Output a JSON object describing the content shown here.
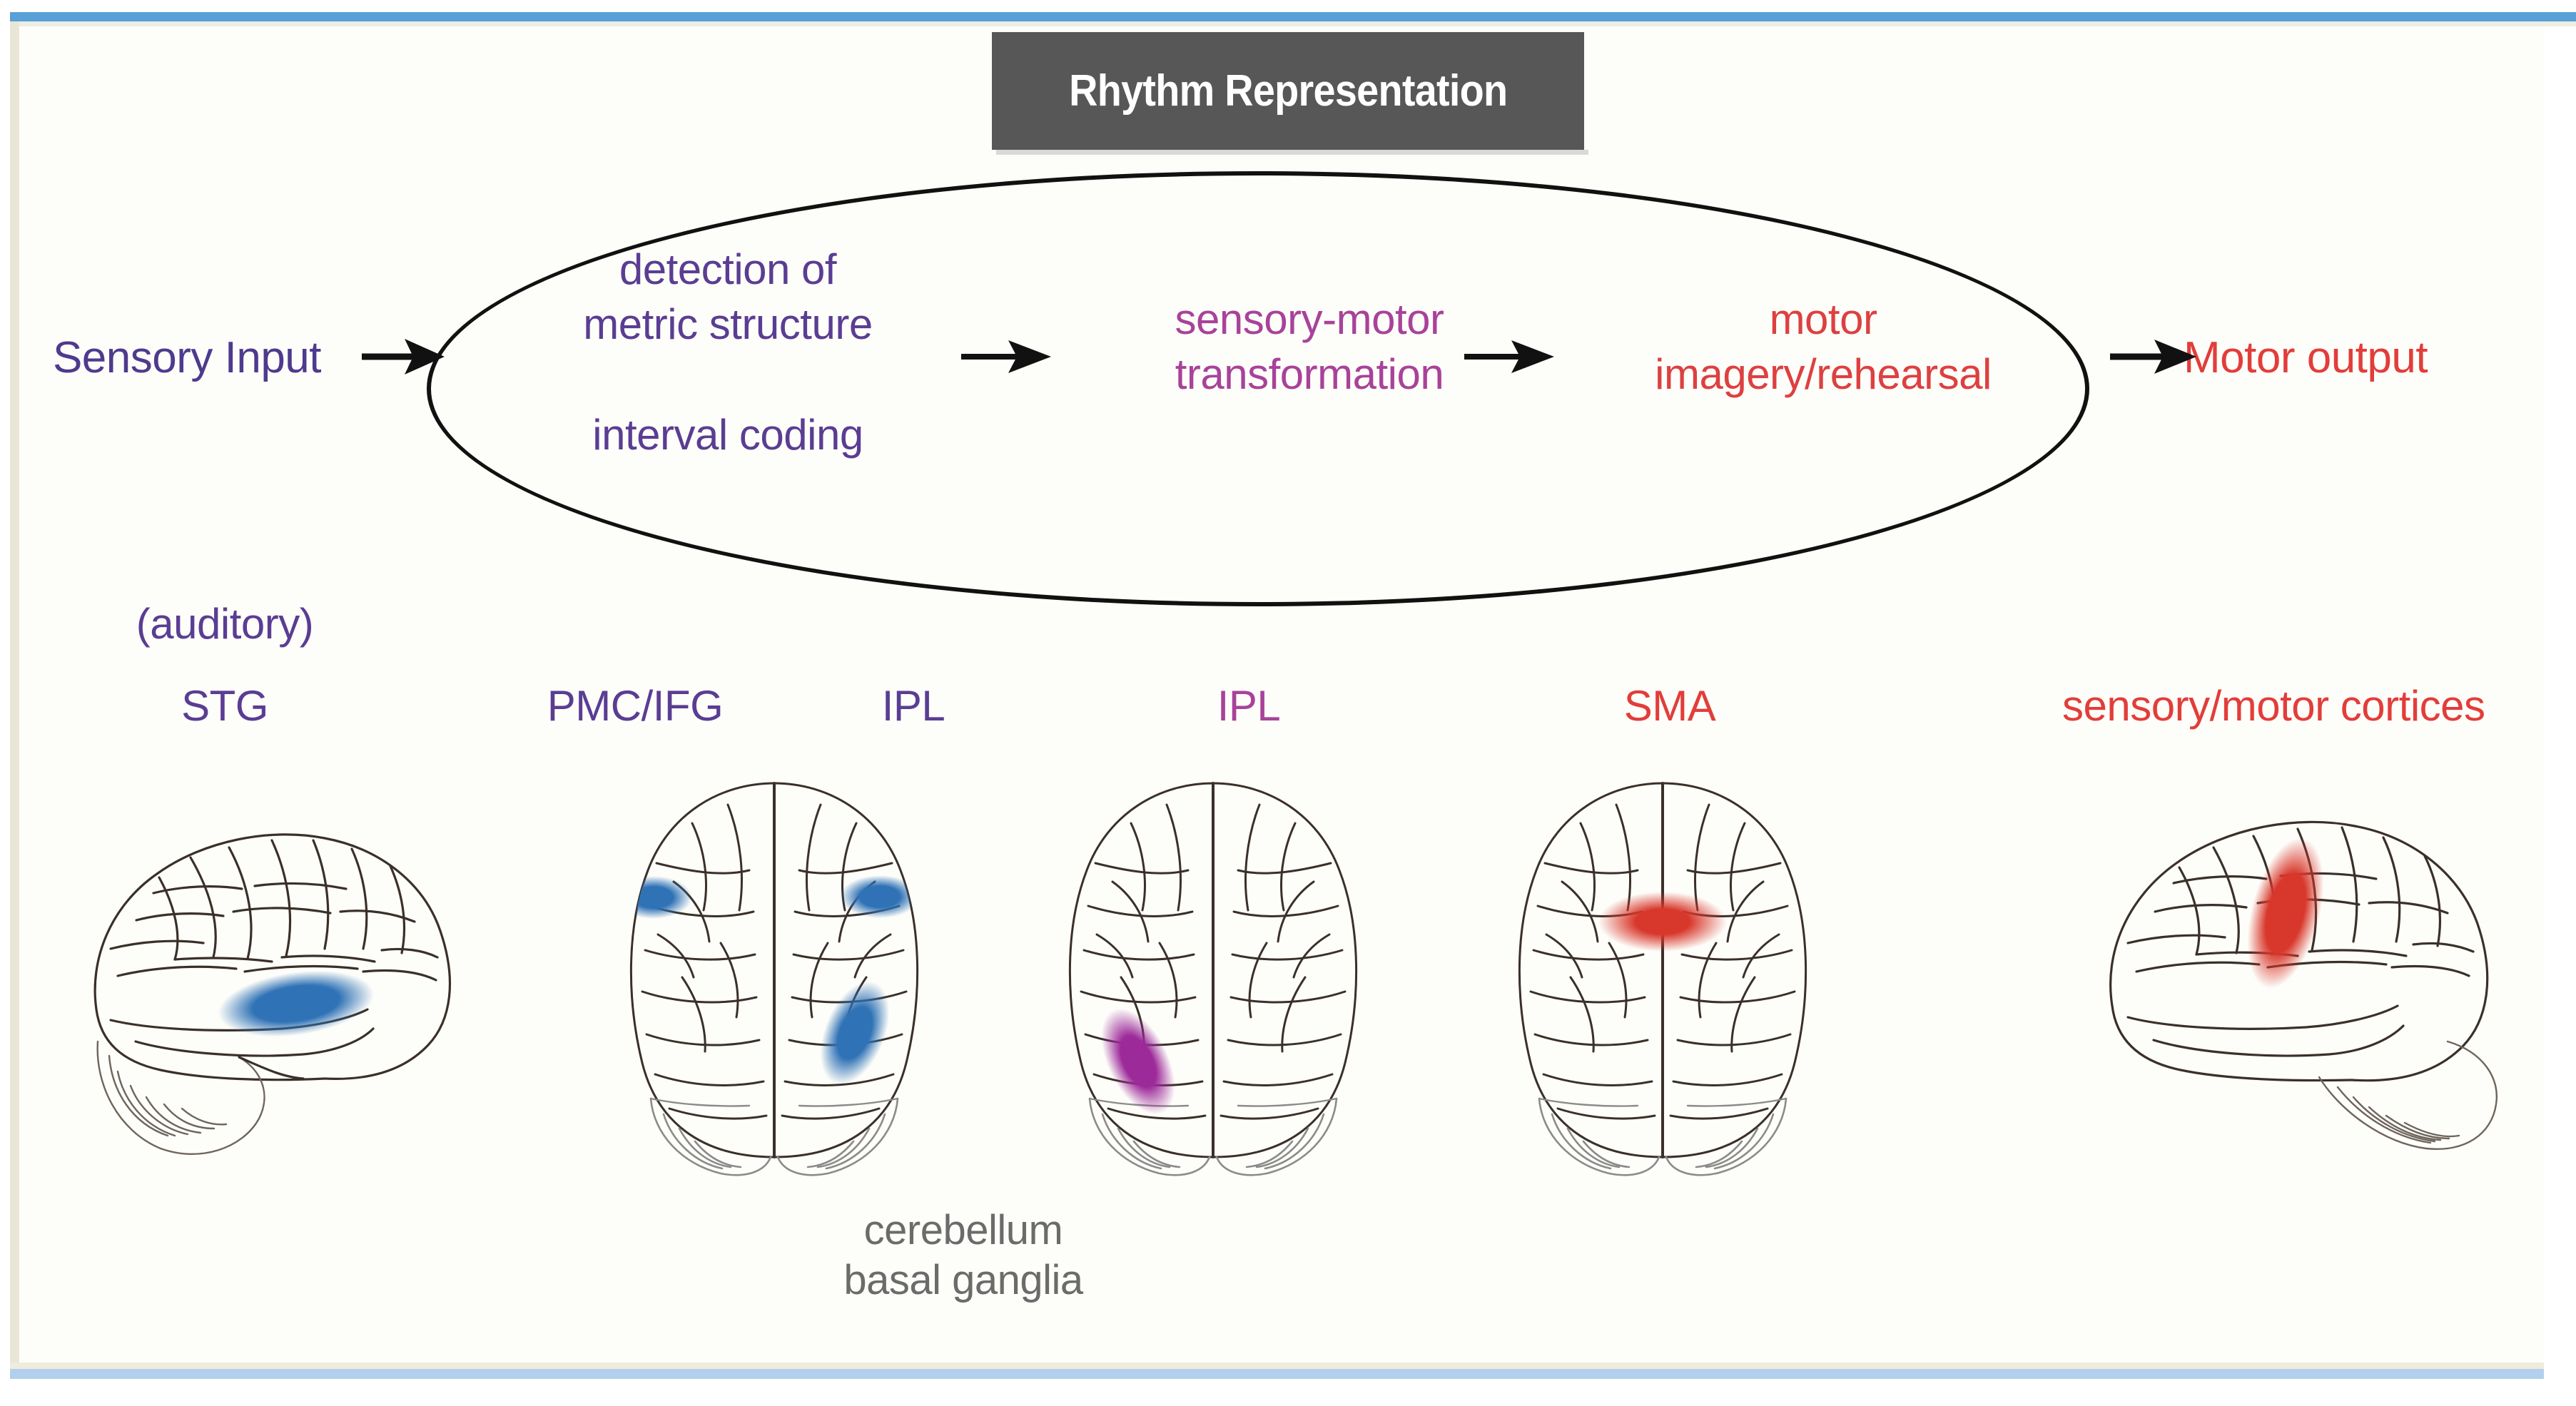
{
  "figure": {
    "title": "Rhythm Representation",
    "background_color": "#fdfdf9",
    "accent_top_bar": "#57a0d8",
    "accent_bottom_bar": "#b2d0ed",
    "title_box_color": "#575757"
  },
  "colors": {
    "sensory_purple": "#5a3d93",
    "transformation_magenta": "#a8429a",
    "motor_red": "#e23d3a",
    "blob_blue": "#2f72b6",
    "blob_purple": "#9c2a99",
    "blob_red": "#d8372b",
    "subcortical_gray": "#6b6b6b",
    "outline_black": "#111111"
  },
  "flow": {
    "input_label": "Sensory Input",
    "output_label": "Motor output",
    "stages": [
      {
        "id": "detection",
        "line1": "detection of",
        "line2": "metric structure",
        "line3": "interval coding",
        "color": "#5a3d93"
      },
      {
        "id": "transformation",
        "line1": "sensory-motor",
        "line2": "transformation",
        "color": "#a8429a"
      },
      {
        "id": "imagery",
        "line1": "motor",
        "line2": "imagery/rehearsal",
        "color": "#e23d3a"
      }
    ],
    "arrow_count": 4
  },
  "regions": [
    {
      "id": "stg",
      "sublabel": "(auditory)",
      "label": "STG",
      "color": "#5a3d93"
    },
    {
      "id": "pmc_ifg",
      "sublabel": "",
      "label": "PMC/IFG",
      "color": "#5a3d93"
    },
    {
      "id": "ipl_left",
      "sublabel": "",
      "label": "IPL",
      "color": "#5a3d93"
    },
    {
      "id": "ipl_mid",
      "sublabel": "",
      "label": "IPL",
      "color": "#a8429a"
    },
    {
      "id": "sma",
      "sublabel": "",
      "label": "SMA",
      "color": "#e23d3a"
    },
    {
      "id": "cortices",
      "sublabel": "",
      "label": "sensory/motor cortices",
      "color": "#e23d3a"
    }
  ],
  "subcortical": {
    "line1": "cerebellum",
    "line2": "basal ganglia",
    "color": "#6b6b6b"
  },
  "brains": [
    {
      "id": "brain-stg",
      "view": "lateral-left",
      "activation_color": "#2f72b6",
      "activation_count": 1
    },
    {
      "id": "brain-pmc-ipl",
      "view": "dorsal",
      "activation_color": "#2f72b6",
      "activation_count": 3
    },
    {
      "id": "brain-ipl",
      "view": "dorsal",
      "activation_color": "#9c2a99",
      "activation_count": 1
    },
    {
      "id": "brain-sma",
      "view": "dorsal",
      "activation_color": "#d8372b",
      "activation_count": 1
    },
    {
      "id": "brain-cortices",
      "view": "lateral-left",
      "activation_color": "#d8372b",
      "activation_count": 1
    }
  ]
}
